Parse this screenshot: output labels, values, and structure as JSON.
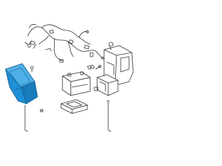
{
  "diagram": {
    "description_visible_text": "",
    "colors": {
      "line": "#2b2b2b",
      "highlight_fill": "#1f8fd6",
      "highlight_stroke": "#155f8f",
      "background": "#ffffff"
    },
    "parts": [
      {
        "name": "wiring-harness",
        "highlighted": false
      },
      {
        "name": "battery-tray",
        "highlighted": true
      },
      {
        "name": "battery",
        "highlighted": false
      },
      {
        "name": "battery-hold-down-bracket",
        "highlighted": false
      },
      {
        "name": "battery-support-base",
        "highlighted": false
      },
      {
        "name": "reservoir-bracket-assembly",
        "highlighted": false
      },
      {
        "name": "hold-down-rod-left",
        "highlighted": false
      },
      {
        "name": "hold-down-rod-right",
        "highlighted": false
      },
      {
        "name": "bolt",
        "highlighted": false
      }
    ]
  }
}
